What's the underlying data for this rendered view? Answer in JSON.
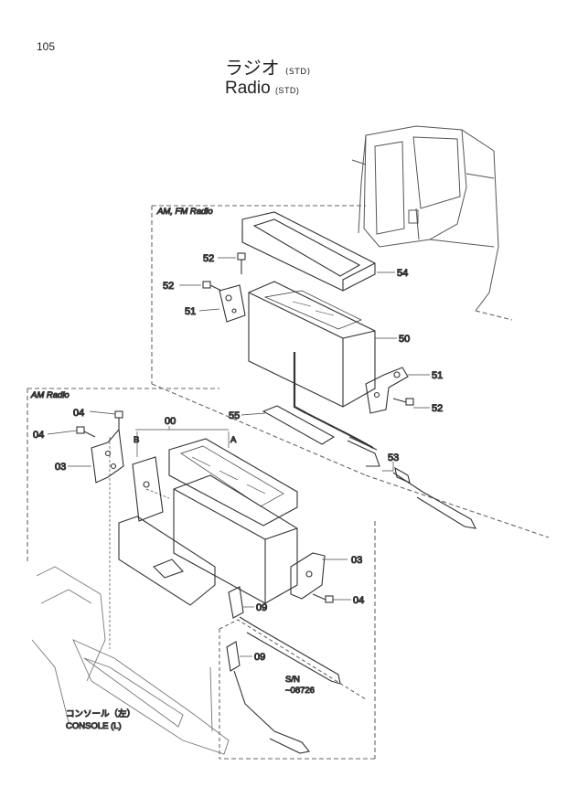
{
  "page": {
    "number": "105"
  },
  "title": {
    "jp": "ラジオ",
    "en": "Radio",
    "std": "(STD)"
  },
  "groups": {
    "am_fm": "AM, FM Radio",
    "am": "AM Radio"
  },
  "callouts": {
    "c52a": "52",
    "c52b": "52",
    "c52c": "52",
    "c51a": "51",
    "c51b": "51",
    "c54": "54",
    "c50": "50",
    "c55": "55",
    "c53": "53",
    "c04a": "04",
    "c04b": "04",
    "c04c": "04",
    "c03a": "03",
    "c03b": "03",
    "c00": "00",
    "cA": "A",
    "cB": "B",
    "c09a": "09",
    "c09b": "09"
  },
  "serial": {
    "line1": "S/N",
    "line2": "~08726"
  },
  "console": {
    "jp": "コンソール（左）",
    "en": "CONSOLE (L)"
  }
}
